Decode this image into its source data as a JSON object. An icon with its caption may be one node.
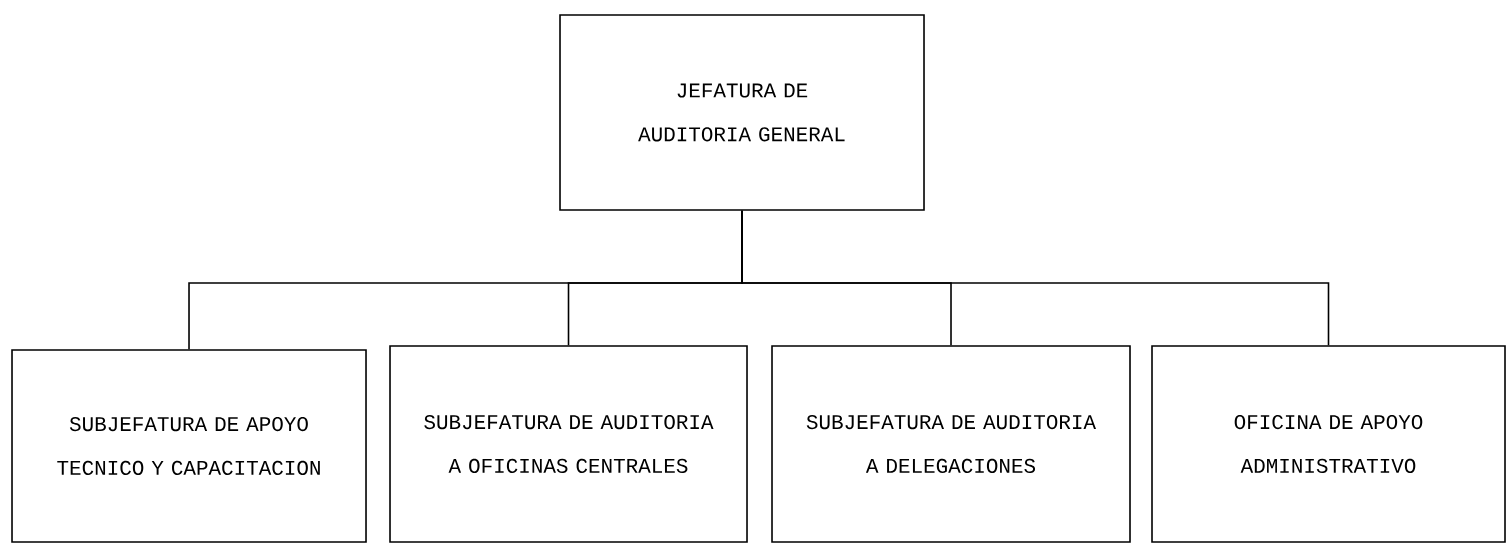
{
  "diagram": {
    "nodes": [
      {
        "text": [
          "JEFATURA DE AUDITORIA GENERAL"
        ]
      },
      {
        "text": [
          "SUBJEFATURA DE APOYO TECNICO Y CAPACITACION"
        ]
      },
      {
        "text": [
          "SUBJEFATURA DE AUDITORIA A OFICINAS CENTRALES"
        ]
      },
      {
        "text": [
          "SUBJEFATURA DE AUDITORIA A DELEGACIONES"
        ]
      },
      {
        "text": [
          "OFICINA DE APOYO ADMINISTRATIVO"
        ]
      }
    ],
    "edges": [
      {
        "from": 0,
        "to": 1,
        "arrow": "none"
      },
      {
        "from": 0,
        "to": 2,
        "arrow": "none"
      },
      {
        "from": 0,
        "to": 3,
        "arrow": "none"
      },
      {
        "from": 0,
        "to": 4,
        "arrow": "none"
      }
    ]
  }
}
